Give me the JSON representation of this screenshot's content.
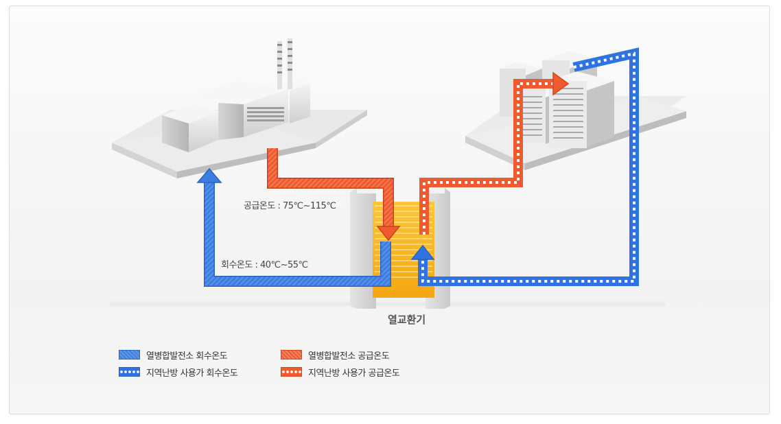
{
  "supply_temp_label": "공급온도 : 75℃~115℃",
  "return_temp_label": "회수온도 : 40℃~55℃",
  "heat_exchanger_label": "열교환기",
  "legend": [
    {
      "label": "열병합발전소 회수온도",
      "style": "blue-solid"
    },
    {
      "label": "지역난방 사용가 회수온도",
      "style": "blue-dotted"
    },
    {
      "label": "열병합발전소 공급온도",
      "style": "red-solid"
    },
    {
      "label": "지역난방 사용가 공급온도",
      "style": "red-dotted"
    }
  ],
  "colors": {
    "blue": "#2f73e0",
    "red": "#ef5b2f",
    "exchanger": "#f9b21b"
  }
}
